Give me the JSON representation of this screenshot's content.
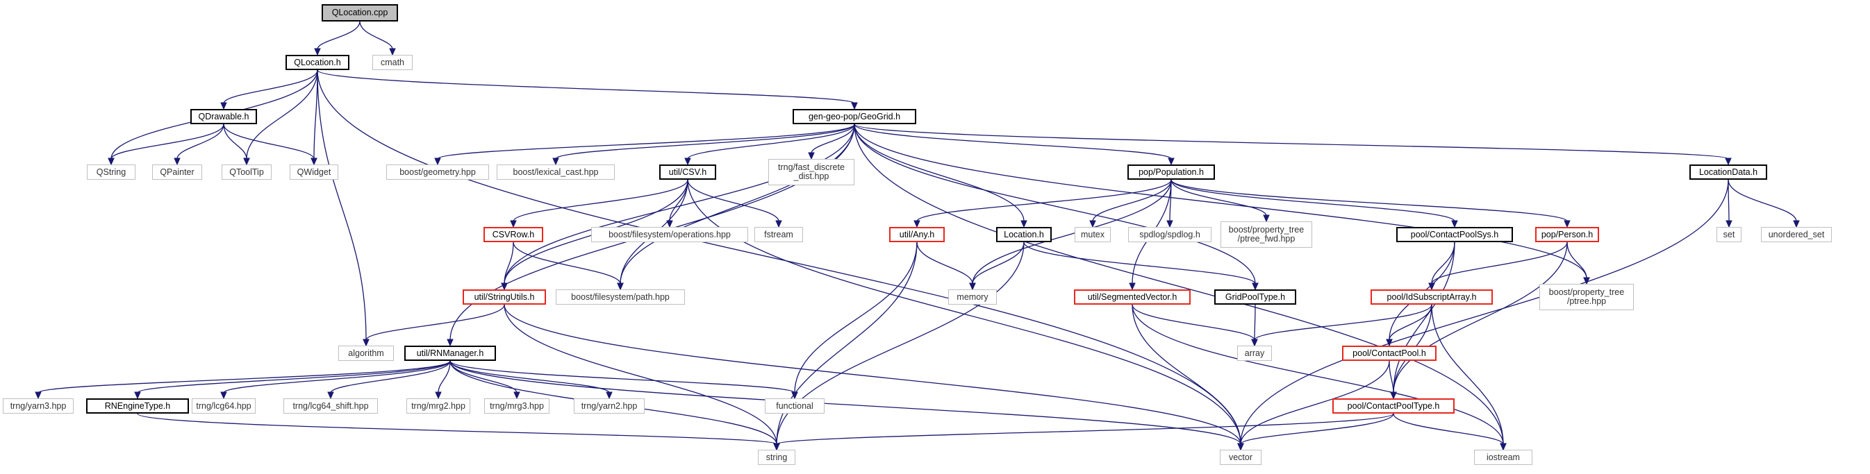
{
  "nodes": [
    {
      "id": "qlocation_cpp",
      "label": "QLocation.cpp",
      "kind": "root"
    },
    {
      "id": "cmath",
      "label": "cmath",
      "kind": "system"
    },
    {
      "id": "qlocation_h",
      "label": "QLocation.h",
      "kind": "header"
    },
    {
      "id": "qdrawable_h",
      "label": "QDrawable.h",
      "kind": "header"
    },
    {
      "id": "geogrid_h",
      "label": "gen-geo-pop/GeoGrid.h",
      "kind": "header"
    },
    {
      "id": "qstring",
      "label": "QString",
      "kind": "system"
    },
    {
      "id": "qpainter",
      "label": "QPainter",
      "kind": "system"
    },
    {
      "id": "qtooltip",
      "label": "QToolTip",
      "kind": "system"
    },
    {
      "id": "qwidget",
      "label": "QWidget",
      "kind": "system"
    },
    {
      "id": "boost_geometry",
      "label": "boost/geometry.hpp",
      "kind": "system"
    },
    {
      "id": "boost_lexical",
      "label": "boost/lexical_cast.hpp",
      "kind": "system"
    },
    {
      "id": "util_csv",
      "label": "util/CSV.h",
      "kind": "header"
    },
    {
      "id": "trng_fast",
      "label": "trng/fast_discrete\n_dist.hpp",
      "kind": "system"
    },
    {
      "id": "pop_population",
      "label": "pop/Population.h",
      "kind": "header"
    },
    {
      "id": "locationdata",
      "label": "LocationData.h",
      "kind": "header"
    },
    {
      "id": "csvrow",
      "label": "CSVRow.h",
      "kind": "partial"
    },
    {
      "id": "boost_fs_ops",
      "label": "boost/filesystem/operations.hpp",
      "kind": "system"
    },
    {
      "id": "fstream",
      "label": "fstream",
      "kind": "system"
    },
    {
      "id": "util_any",
      "label": "util/Any.h",
      "kind": "partial"
    },
    {
      "id": "location_h",
      "label": "Location.h",
      "kind": "header"
    },
    {
      "id": "mutex",
      "label": "mutex",
      "kind": "system"
    },
    {
      "id": "spdlog",
      "label": "spdlog/spdlog.h",
      "kind": "system"
    },
    {
      "id": "ptree_fwd",
      "label": "boost/property_tree\n/ptree_fwd.hpp",
      "kind": "system"
    },
    {
      "id": "contactpoolsys",
      "label": "pool/ContactPoolSys.h",
      "kind": "header"
    },
    {
      "id": "pop_person",
      "label": "pop/Person.h",
      "kind": "partial"
    },
    {
      "id": "set",
      "label": "set",
      "kind": "system"
    },
    {
      "id": "unordered_set",
      "label": "unordered_set",
      "kind": "system"
    },
    {
      "id": "util_stringutils",
      "label": "util/StringUtils.h",
      "kind": "partial"
    },
    {
      "id": "boost_fs_path",
      "label": "boost/filesystem/path.hpp",
      "kind": "system"
    },
    {
      "id": "memory",
      "label": "memory",
      "kind": "system"
    },
    {
      "id": "util_segvec",
      "label": "util/SegmentedVector.h",
      "kind": "partial"
    },
    {
      "id": "gridpooltype",
      "label": "GridPoolType.h",
      "kind": "header"
    },
    {
      "id": "idsubscript",
      "label": "pool/IdSubscriptArray.h",
      "kind": "partial"
    },
    {
      "id": "ptree_hpp",
      "label": "boost/property_tree\n/ptree.hpp",
      "kind": "system"
    },
    {
      "id": "algorithm",
      "label": "algorithm",
      "kind": "system"
    },
    {
      "id": "rnmanager",
      "label": "util/RNManager.h",
      "kind": "header"
    },
    {
      "id": "array",
      "label": "array",
      "kind": "system"
    },
    {
      "id": "contactpool",
      "label": "pool/ContactPool.h",
      "kind": "partial"
    },
    {
      "id": "trng_yarn3",
      "label": "trng/yarn3.hpp",
      "kind": "system"
    },
    {
      "id": "rnenginetype",
      "label": "RNEngineType.h",
      "kind": "header"
    },
    {
      "id": "trng_lcg64",
      "label": "trng/lcg64.hpp",
      "kind": "system"
    },
    {
      "id": "trng_lcg64_shift",
      "label": "trng/lcg64_shift.hpp",
      "kind": "system"
    },
    {
      "id": "trng_mrg2",
      "label": "trng/mrg2.hpp",
      "kind": "system"
    },
    {
      "id": "trng_mrg3",
      "label": "trng/mrg3.hpp",
      "kind": "system"
    },
    {
      "id": "trng_yarn2",
      "label": "trng/yarn2.hpp",
      "kind": "system"
    },
    {
      "id": "functional",
      "label": "functional",
      "kind": "system"
    },
    {
      "id": "contactpooltype",
      "label": "pool/ContactPoolType.h",
      "kind": "partial"
    },
    {
      "id": "string",
      "label": "string",
      "kind": "system"
    },
    {
      "id": "vector",
      "label": "vector",
      "kind": "system"
    },
    {
      "id": "iostream",
      "label": "iostream",
      "kind": "system"
    }
  ],
  "edges": [
    [
      "qlocation_cpp",
      "cmath"
    ],
    [
      "qlocation_cpp",
      "qlocation_h"
    ],
    [
      "qlocation_h",
      "qdrawable_h"
    ],
    [
      "qlocation_h",
      "geogrid_h"
    ],
    [
      "qlocation_h",
      "qstring"
    ],
    [
      "qlocation_h",
      "qtooltip"
    ],
    [
      "qlocation_h",
      "qwidget"
    ],
    [
      "qlocation_h",
      "algorithm"
    ],
    [
      "qlocation_h",
      "vector"
    ],
    [
      "qdrawable_h",
      "qstring"
    ],
    [
      "qdrawable_h",
      "qpainter"
    ],
    [
      "qdrawable_h",
      "qtooltip"
    ],
    [
      "qdrawable_h",
      "qwidget"
    ],
    [
      "geogrid_h",
      "boost_geometry"
    ],
    [
      "geogrid_h",
      "boost_lexical"
    ],
    [
      "geogrid_h",
      "util_csv"
    ],
    [
      "geogrid_h",
      "trng_fast"
    ],
    [
      "geogrid_h",
      "pop_population"
    ],
    [
      "geogrid_h",
      "locationdata"
    ],
    [
      "geogrid_h",
      "location_h"
    ],
    [
      "geogrid_h",
      "gridpooltype"
    ],
    [
      "geogrid_h",
      "ptree_hpp"
    ],
    [
      "geogrid_h",
      "rnmanager"
    ],
    [
      "geogrid_h",
      "util_stringutils"
    ],
    [
      "geogrid_h",
      "boost_fs_path"
    ],
    [
      "geogrid_h",
      "iostream"
    ],
    [
      "util_csv",
      "csvrow"
    ],
    [
      "util_csv",
      "boost_fs_ops"
    ],
    [
      "util_csv",
      "fstream"
    ],
    [
      "util_csv",
      "boost_fs_path"
    ],
    [
      "util_csv",
      "util_stringutils"
    ],
    [
      "util_csv",
      "vector"
    ],
    [
      "csvrow",
      "util_stringutils"
    ],
    [
      "csvrow",
      "boost_fs_path"
    ],
    [
      "util_stringutils",
      "algorithm"
    ],
    [
      "util_stringutils",
      "string"
    ],
    [
      "util_stringutils",
      "vector"
    ],
    [
      "pop_population",
      "util_any"
    ],
    [
      "pop_population",
      "mutex"
    ],
    [
      "pop_population",
      "spdlog"
    ],
    [
      "pop_population",
      "ptree_fwd"
    ],
    [
      "pop_population",
      "contactpoolsys"
    ],
    [
      "pop_population",
      "pop_person"
    ],
    [
      "pop_population",
      "util_segvec"
    ],
    [
      "pop_population",
      "memory"
    ],
    [
      "util_any",
      "memory"
    ],
    [
      "util_any",
      "functional"
    ],
    [
      "util_any",
      "string"
    ],
    [
      "location_h",
      "memory"
    ],
    [
      "location_h",
      "gridpooltype"
    ],
    [
      "location_h",
      "string"
    ],
    [
      "locationdata",
      "set"
    ],
    [
      "locationdata",
      "unordered_set"
    ],
    [
      "locationdata",
      "vector"
    ],
    [
      "contactpoolsys",
      "idsubscript"
    ],
    [
      "contactpoolsys",
      "contactpool"
    ],
    [
      "contactpoolsys",
      "contactpooltype"
    ],
    [
      "pop_person",
      "idsubscript"
    ],
    [
      "pop_person",
      "ptree_hpp"
    ],
    [
      "pop_person",
      "contactpooltype"
    ],
    [
      "idsubscript",
      "array"
    ],
    [
      "idsubscript",
      "contactpool"
    ],
    [
      "idsubscript",
      "contactpooltype"
    ],
    [
      "idsubscript",
      "iostream"
    ],
    [
      "util_segvec",
      "array"
    ],
    [
      "util_segvec",
      "vector"
    ],
    [
      "util_segvec",
      "iostream"
    ],
    [
      "gridpooltype",
      "array"
    ],
    [
      "contactpool",
      "contactpooltype"
    ],
    [
      "contactpool",
      "vector"
    ],
    [
      "contactpooltype",
      "string"
    ],
    [
      "contactpooltype",
      "vector"
    ],
    [
      "contactpooltype",
      "iostream"
    ],
    [
      "rnmanager",
      "trng_yarn3"
    ],
    [
      "rnmanager",
      "rnenginetype"
    ],
    [
      "rnmanager",
      "trng_lcg64"
    ],
    [
      "rnmanager",
      "trng_lcg64_shift"
    ],
    [
      "rnmanager",
      "trng_mrg2"
    ],
    [
      "rnmanager",
      "trng_mrg3"
    ],
    [
      "rnmanager",
      "trng_yarn2"
    ],
    [
      "rnmanager",
      "functional"
    ],
    [
      "rnmanager",
      "string"
    ],
    [
      "rnmanager",
      "vector"
    ],
    [
      "rnenginetype",
      "string"
    ]
  ]
}
